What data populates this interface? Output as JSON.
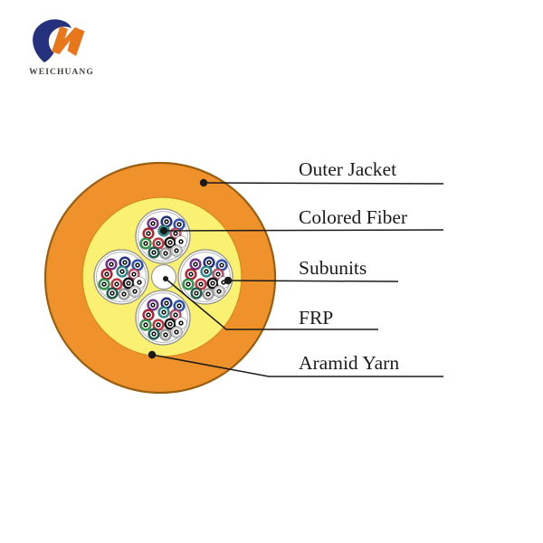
{
  "logo": {
    "brand": "WEICHUANG",
    "blue": "#25317d",
    "orange": "#e8761a"
  },
  "diagram": {
    "labels": [
      {
        "id": "outer-jacket",
        "text": "Outer Jacket"
      },
      {
        "id": "colored-fiber",
        "text": "Colored Fiber"
      },
      {
        "id": "subunits",
        "text": "Subunits"
      },
      {
        "id": "frp",
        "text": "FRP"
      },
      {
        "id": "aramid-yarn",
        "text": "Aramid Yarn"
      }
    ],
    "colors": {
      "outer_jacket_fill": "#f0922b",
      "outer_jacket_border": "#9a5e10",
      "aramid_yarn_fill": "#faf172",
      "aramid_yarn_border": "#d8891c",
      "subunit_fill": "#ffffff",
      "subunit_border": "#8f8f8f",
      "subunit_inner_border": "#b5b5b5",
      "frp_fill": "#ffffff",
      "frp_border": "#9a9a9a",
      "leader_line": "#1a1a1a",
      "fiber_inner_ring": "#151515",
      "fiber_core": "#ffffff"
    },
    "fiber_colors": [
      {
        "name": "violet",
        "hex": "#7c2f94"
      },
      {
        "name": "navy",
        "hex": "#202f8c"
      },
      {
        "name": "blue",
        "hex": "#2a53c0"
      },
      {
        "name": "crimson",
        "hex": "#c01f30"
      },
      {
        "name": "aqua",
        "hex": "#2e9390"
      },
      {
        "name": "rose",
        "hex": "#c4506e"
      },
      {
        "name": "green",
        "hex": "#2e9e48"
      },
      {
        "name": "red",
        "hex": "#d23038"
      },
      {
        "name": "black",
        "hex": "#151515"
      },
      {
        "name": "white",
        "hex": "#fdfdfd"
      },
      {
        "name": "dark-green",
        "hex": "#1f6150"
      },
      {
        "name": "slate",
        "hex": "#a8a8a8"
      },
      {
        "name": "silver",
        "hex": "#cbcbcb"
      }
    ]
  }
}
